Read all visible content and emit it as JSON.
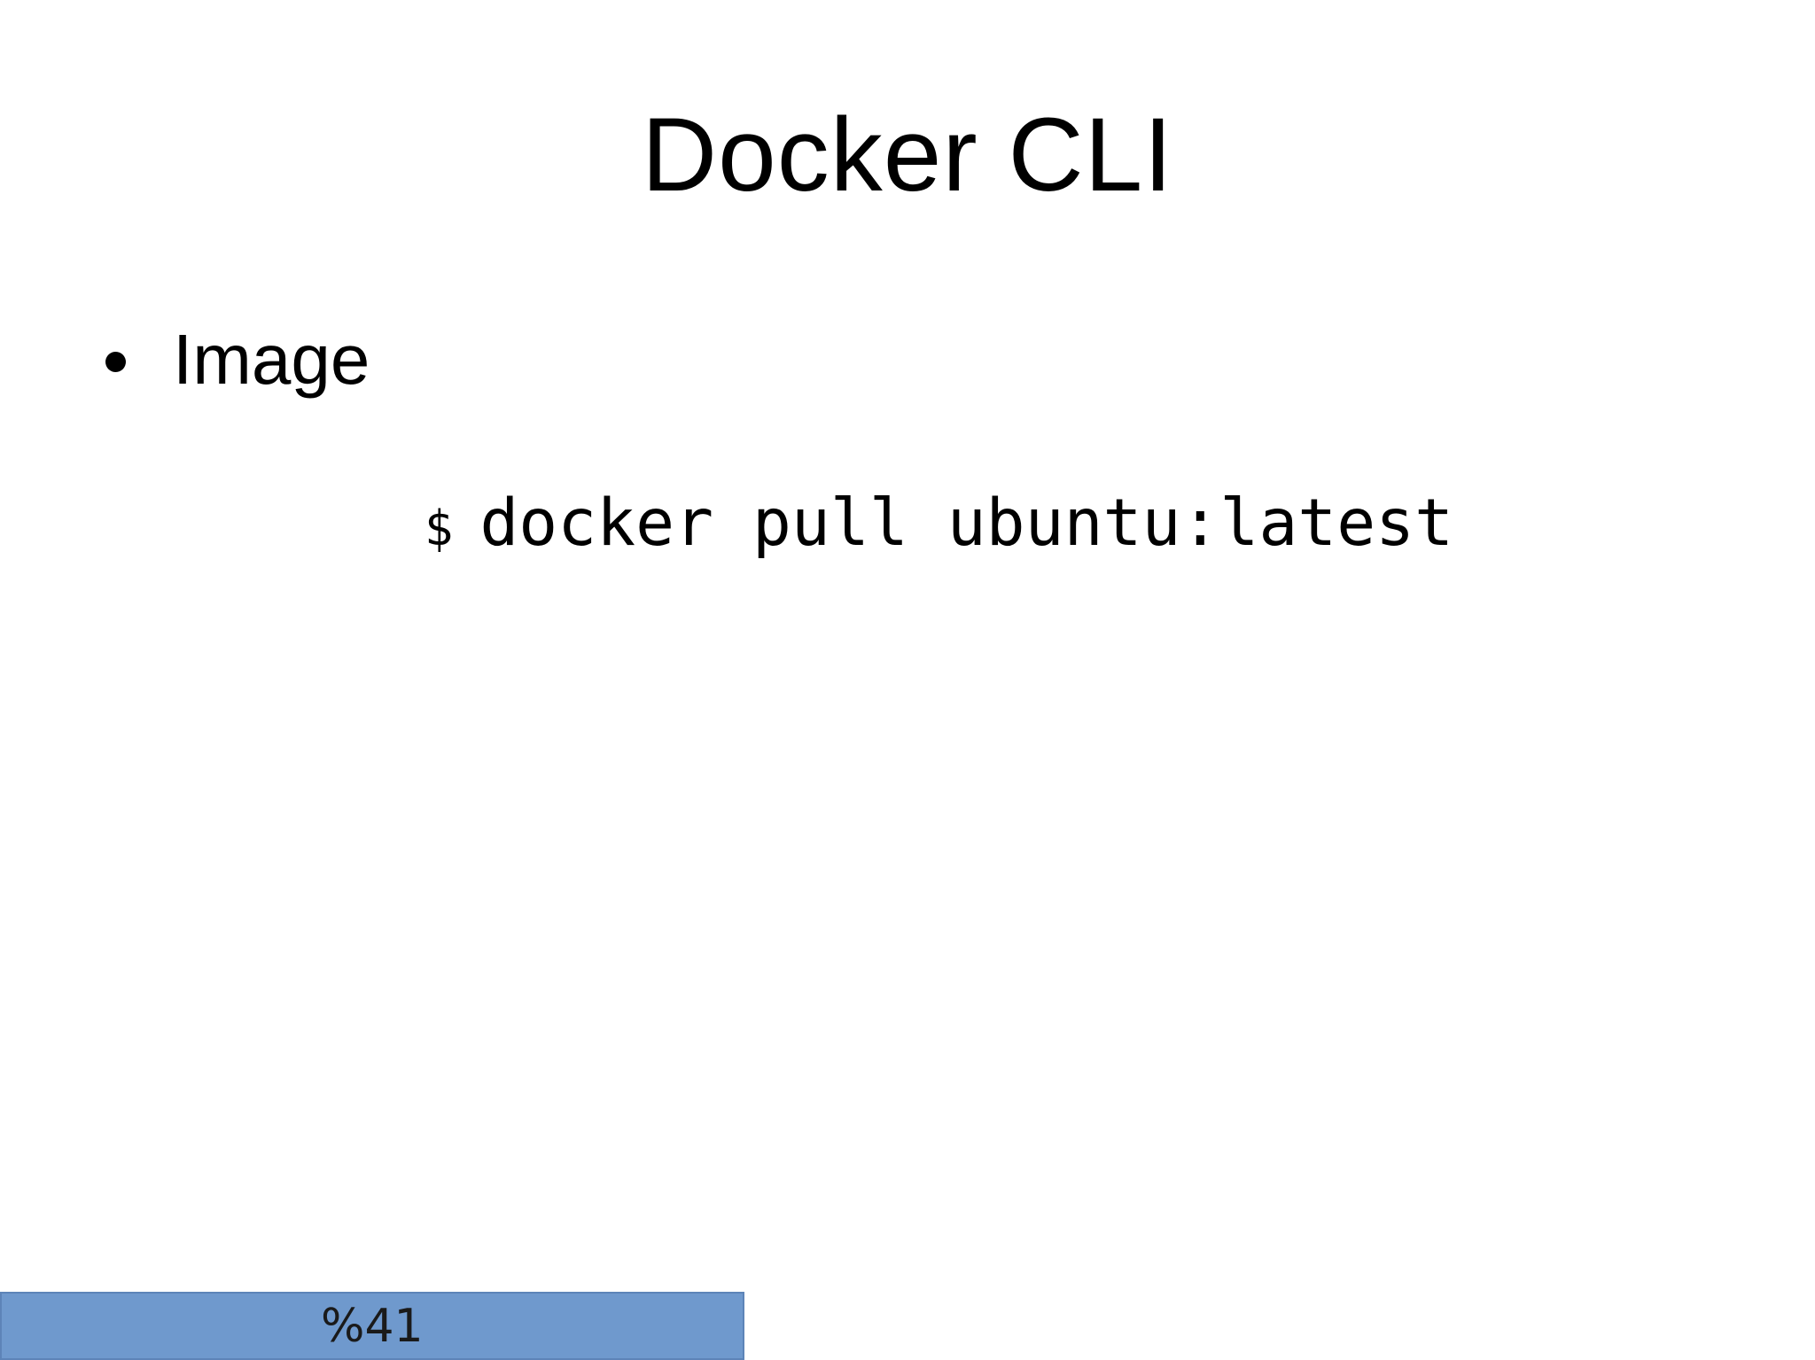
{
  "slide": {
    "title": "Docker CLI",
    "bullet": {
      "label": "Image"
    },
    "code": {
      "prompt": "$",
      "command": "docker pull ubuntu:latest"
    }
  },
  "progress_bar": {
    "label": "%41",
    "percent": 41,
    "fill_color": "#6f99cd",
    "border_color": "#5d84b8",
    "text_color": "#1a1a1a"
  }
}
